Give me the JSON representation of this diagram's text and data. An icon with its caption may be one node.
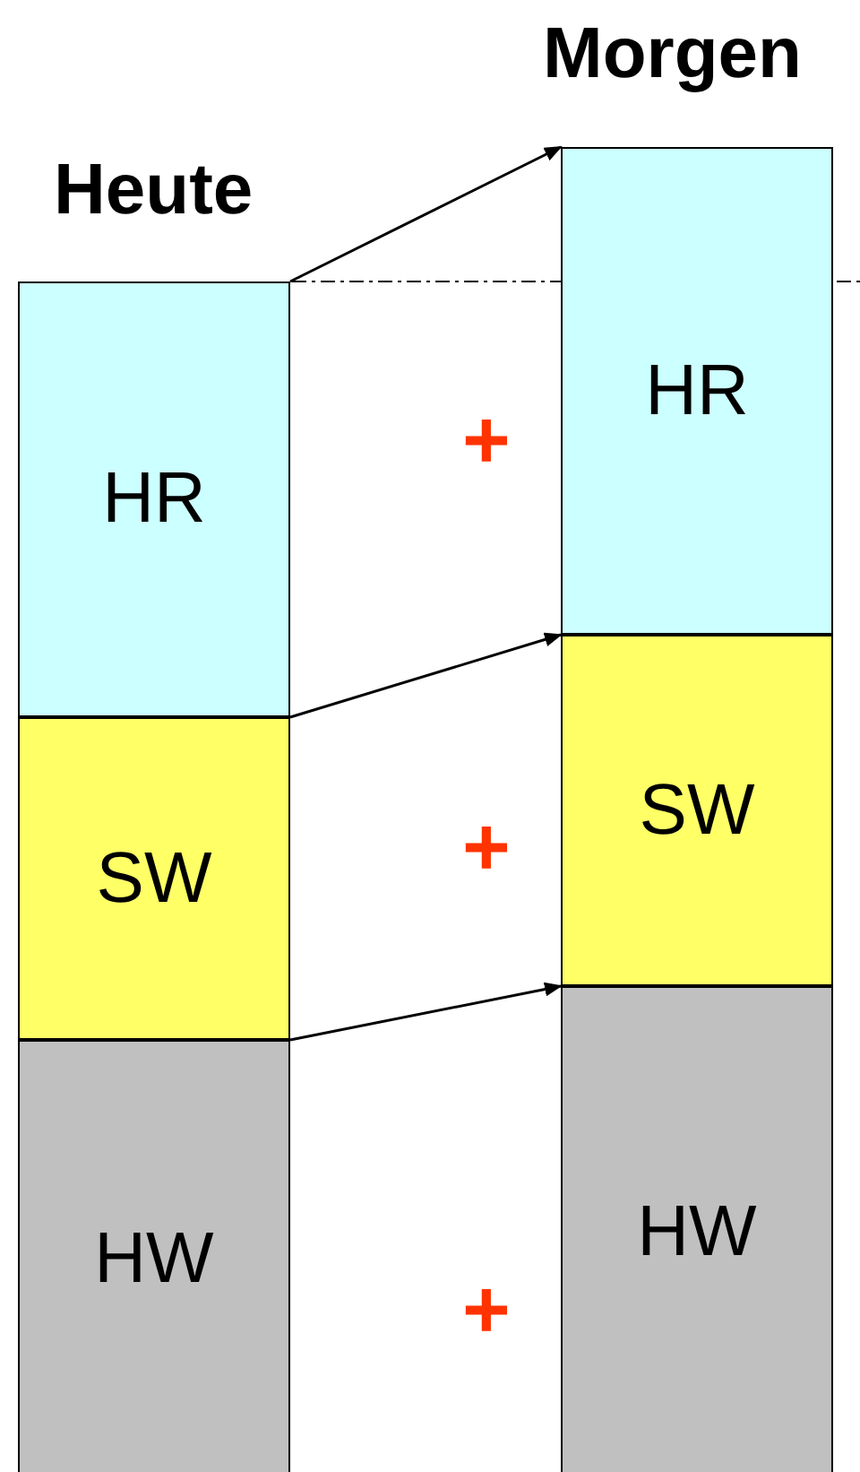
{
  "diagram": {
    "nodes": [
      {
        "text": [
          "HR"
        ]
      },
      {
        "text": [
          "SW"
        ]
      },
      {
        "text": [
          "HW"
        ]
      },
      {
        "text": [
          "HR"
        ]
      },
      {
        "text": [
          "SW"
        ]
      },
      {
        "text": [
          "HW"
        ]
      }
    ],
    "edges": [
      {
        "from": 0,
        "to": 3,
        "arrow": "to"
      },
      {
        "from": 1,
        "to": 4,
        "arrow": "to"
      },
      {
        "from": 2,
        "to": 5,
        "arrow": "to"
      }
    ],
    "labels": [
      "Morgen",
      "Heute",
      "+",
      "+",
      "+"
    ]
  }
}
